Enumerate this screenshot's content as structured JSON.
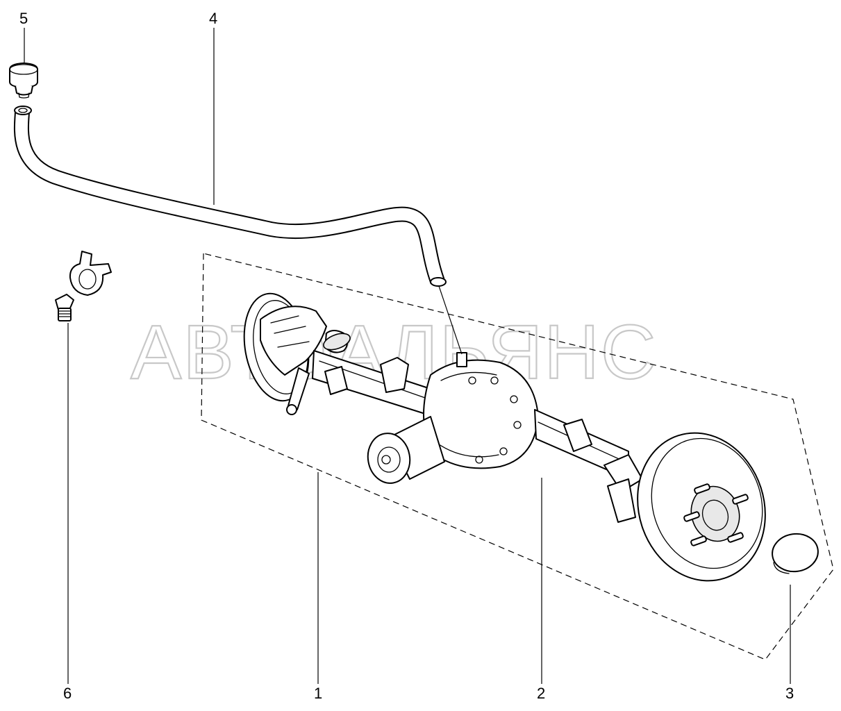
{
  "watermark": "АВТОАЛЬЯНС",
  "callouts": {
    "c1": "1",
    "c2": "2",
    "c3": "3",
    "c4": "4",
    "c5": "5",
    "c6": "6"
  }
}
